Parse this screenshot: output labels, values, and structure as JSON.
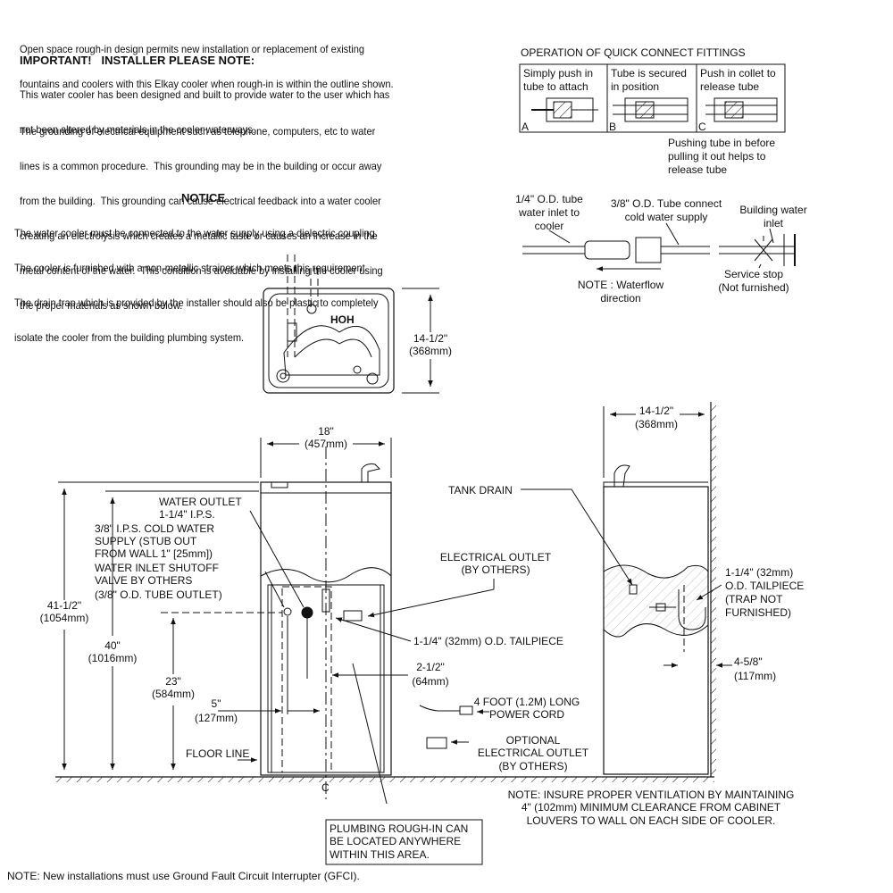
{
  "intro": {
    "line1": "Open space rough-in design permits new installation or replacement of existing",
    "line2": "fountains and coolers with this Elkay cooler when rough-in is within the outline shown."
  },
  "important": {
    "heading": "IMPORTANT!   INSTALLER PLEASE NOTE:",
    "p1": [
      "This water cooler has been designed and built to provide water to the user which has",
      "not been altered by materials in the cooler waterways."
    ],
    "p2": [
      "The grounding of electrical equipment such as telephone, computers, etc to water",
      "lines is a common procedure.  This grounding may be in the building or occur away",
      "from the building.  This grounding can cause electrical feedback into a water cooler",
      "creating an electrolysis which creates a metallic taste or causes an increase in the",
      "metal content of the water.  This condition is avoidable by installing the cooler using",
      "the proper materials as shown below."
    ]
  },
  "notice": {
    "heading": "NOTICE",
    "lines": [
      "The water cooler must be connected to the water supply using a dielectric coupling.",
      "The cooler is furnished with a non-metallic strainer which meets this requirement.",
      "The drain trap which is provided by the installer should also be plastic to completely",
      "isolate the cooler from the building plumbing system."
    ]
  },
  "quick_connect": {
    "title": "OPERATION OF QUICK CONNECT FITTINGS",
    "steps": [
      {
        "text": [
          "Simply push in",
          "tube to attach"
        ],
        "letter": "A"
      },
      {
        "text": [
          "Tube is secured",
          "in position"
        ],
        "letter": "B"
      },
      {
        "text": [
          "Push in collet to",
          "release tube"
        ],
        "letter": "C"
      }
    ],
    "note": [
      "Pushing tube in before",
      "pulling it out helps to",
      "release tube"
    ]
  },
  "water_line": {
    "inlet": [
      "1/4\" O.D. tube",
      "water inlet to",
      "cooler"
    ],
    "connect": [
      "3/8\" O.D. Tube connect",
      "cold water supply"
    ],
    "building": [
      "Building water",
      "inlet"
    ],
    "service": [
      "Service stop",
      "(Not furnished)"
    ],
    "note": [
      "NOTE : Waterflow",
      "direction"
    ]
  },
  "top_view": {
    "dim": [
      "14-1/2\"",
      "(368mm)"
    ],
    "badge": "HOH"
  },
  "front_view": {
    "width": [
      "18\"",
      "(457mm)"
    ],
    "height_total": [
      "41-1/2\"",
      "(1054mm)"
    ],
    "height_40": [
      "40\"",
      "(1016mm)"
    ],
    "height_23": [
      "23\"",
      "(584mm)"
    ],
    "dim_5": [
      "5\"",
      "(127mm)"
    ],
    "dim_2half": [
      "2-1/2\"",
      "(64mm)"
    ],
    "water_outlet": [
      "WATER OUTLET",
      "1-1/4\" I.P.S."
    ],
    "supply": [
      "3/8\" I.P.S. COLD WATER",
      "SUPPLY (STUB OUT",
      "FROM WALL 1\" [25mm])",
      "WATER INLET SHUTOFF",
      "VALVE BY OTHERS",
      "(3/8\" O.D. TUBE OUTLET)"
    ],
    "electrical": [
      "ELECTRICAL OUTLET",
      "(BY OTHERS)"
    ],
    "tailpiece": "1-1/4\" (32mm) O.D. TAILPIECE",
    "power_cord": [
      "4 FOOT (1.2M) LONG",
      "POWER CORD"
    ],
    "optional": [
      "OPTIONAL",
      "ELECTRICAL OUTLET",
      "(BY OTHERS)"
    ],
    "floor_line": "FLOOR LINE",
    "centerline": "C",
    "rough_in": [
      "PLUMBING ROUGH-IN CAN",
      "BE LOCATED ANYWHERE",
      "WITHIN THIS AREA."
    ]
  },
  "side_view": {
    "depth": [
      "14-1/2\"",
      "(368mm)"
    ],
    "tank_drain": "TANK DRAIN",
    "tailpiece": [
      "1-1/4\" (32mm)",
      "O.D. TAILPIECE",
      "(TRAP NOT",
      "FURNISHED)"
    ],
    "wall": [
      "4-5/8\"",
      "(117mm)"
    ]
  },
  "ventilation": [
    "NOTE: INSURE PROPER VENTILATION BY MAINTAINING",
    "4\" (102mm) MINIMUM CLEARANCE FROM CABINET",
    "LOUVERS TO WALL ON EACH SIDE OF COOLER."
  ],
  "gfci": "NOTE: New installations must use Ground Fault Circuit Interrupter (GFCI)."
}
